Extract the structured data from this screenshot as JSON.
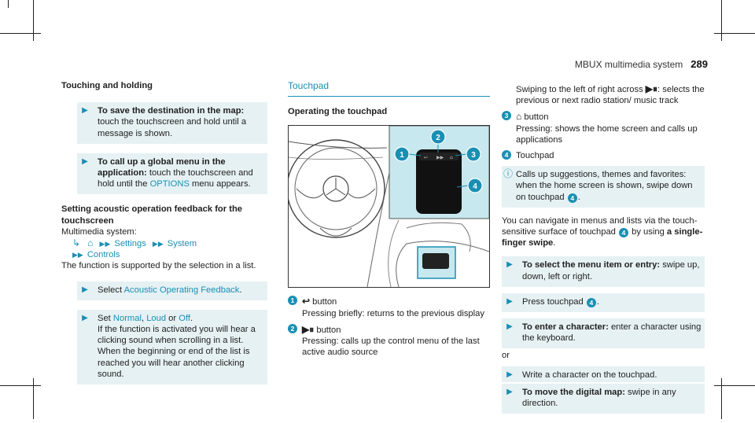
{
  "header": {
    "title": "MBUX multimedia system",
    "page": "289"
  },
  "col1": {
    "heading": "Touching and holding",
    "step1": {
      "bold": "To save the destination in the map:",
      "text": " touch the touchscreen and hold until a message is shown."
    },
    "step2": {
      "bold": "To call up a global menu in the application:",
      "text": " touch the touchscreen and hold until the ",
      "link": "OPTIONS",
      "text2": " menu appears."
    },
    "sub": "Setting acoustic operation feedback for the touchscreen",
    "sys_label": "Multimedia system:",
    "path": {
      "icon": "home-icon",
      "p1": "Settings",
      "p2": "System",
      "p3": "Controls"
    },
    "note": "The function is supported by the selection in a list.",
    "step3": {
      "pre": "Select ",
      "link": "Acoustic Operating Feedback",
      "post": "."
    },
    "step4": {
      "pre": "Set ",
      "o1": "Normal",
      "sep": ", ",
      "o2": "Loud",
      "or": " or ",
      "o3": "Off",
      "post": ".",
      "text": "If the function is activated you will hear a clicking sound when scrolling in a list. When the beginning or end of the list is reached you will hear another clicking sound."
    }
  },
  "col2": {
    "title": "Touchpad",
    "heading": "Operating the touchpad",
    "legend1": {
      "num": "1",
      "glyph": "↩",
      "label": " button",
      "text": "Pressing briefly: returns to the previous display"
    },
    "legend2": {
      "num": "2",
      "glyph": "▶⏸",
      "label": " button",
      "text": "Pressing: calls up the control menu of the last active audio source"
    }
  },
  "col3": {
    "swipe": "Swiping to the left of right across ",
    "swipe_glyph": "▶⏸",
    "swipe2": ": selects the previous or next radio station/ music track",
    "legend3": {
      "num": "3",
      "label": " button",
      "text": "Pressing: shows the home screen and calls up applications"
    },
    "legend4": {
      "num": "4",
      "text": "Touchpad"
    },
    "info": {
      "pre": "Calls up suggestions, themes and favorites: when the home screen is shown, swipe down on touchpad ",
      "num": "4",
      "post": "."
    },
    "para": {
      "pre": "You can navigate in menus and lists via the touch-sensitive surface of touchpad ",
      "num": "4",
      "mid": " by using ",
      "bold": "a single-finger swipe",
      "post": "."
    },
    "step1": {
      "bold": "To select the menu item or entry:",
      "text": " swipe up, down, left or right."
    },
    "step2": {
      "pre": "Press touchpad ",
      "num": "4",
      "post": "."
    },
    "step3": {
      "bold": "To enter a character:",
      "text": " enter a character using the keyboard."
    },
    "or": "or",
    "step4": "Write a character on the touchpad.",
    "step5": {
      "bold": "To move the digital map:",
      "text": " swipe in any direction."
    }
  },
  "figure": {
    "callouts": [
      "1",
      "2",
      "3",
      "4"
    ]
  },
  "colors": {
    "accent": "#1a8fb4",
    "note_bg": "#e6f1f4"
  }
}
